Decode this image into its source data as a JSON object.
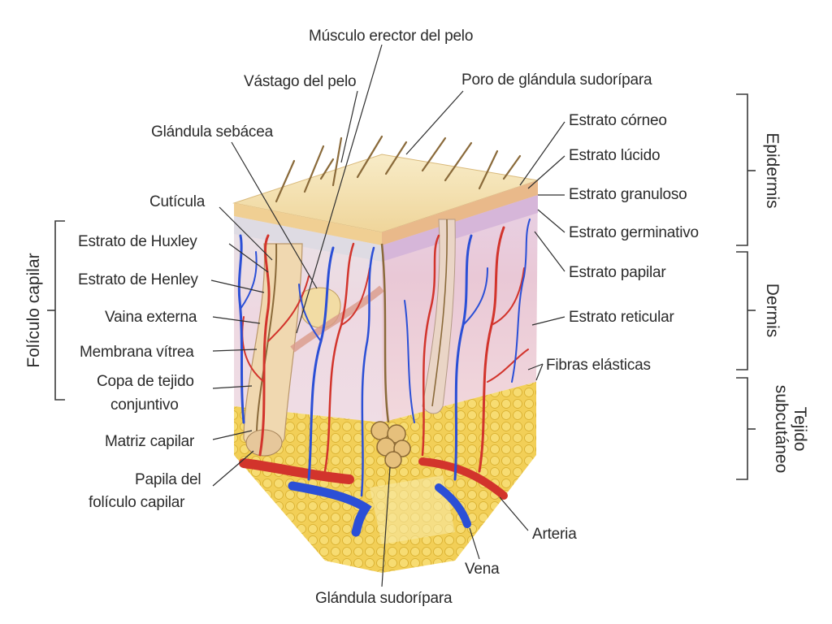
{
  "labels": {
    "musculo_erector": "Músculo erector del pelo",
    "vastago": "Vástago del pelo",
    "poro_glandula": "Poro de glándula sudorípara",
    "glandula_sebacea": "Glándula sebácea",
    "cuticula": "Cutícula",
    "estrato_huxley": "Estrato de Huxley",
    "estrato_henley": "Estrato de Henley",
    "vaina_externa": "Vaina externa",
    "membrana_vitrea": "Membrana vítrea",
    "copa_tejido_1": "Copa de tejido",
    "copa_tejido_2": "conjuntivo",
    "matriz_capilar": "Matriz capilar",
    "papila_1": "Papila del",
    "papila_2": "folículo capilar",
    "estrato_corneo": "Estrato córneo",
    "estrato_lucido": "Estrato lúcido",
    "estrato_granuloso": "Estrato granuloso",
    "estrato_germinativo": "Estrato germinativo",
    "estrato_papilar": "Estrato papilar",
    "estrato_reticular": "Estrato reticular",
    "fibras_elasticas": "Fibras elásticas",
    "arteria": "Arteria",
    "vena": "Vena",
    "glandula_sudoripara": "Glándula sudorípara"
  },
  "groups": {
    "foliculo_capilar": "Folículo capilar",
    "epidermis": "Epidermis",
    "dermis": "Dermis",
    "tejido_1": "Tejido",
    "tejido_2": "subcutáneo"
  },
  "colors": {
    "artery": "#d2342c",
    "vein": "#2b4fd6",
    "fat": "#efc94a",
    "epidermis_top": "#f3d9a8",
    "dermis": "#f1d3de"
  }
}
